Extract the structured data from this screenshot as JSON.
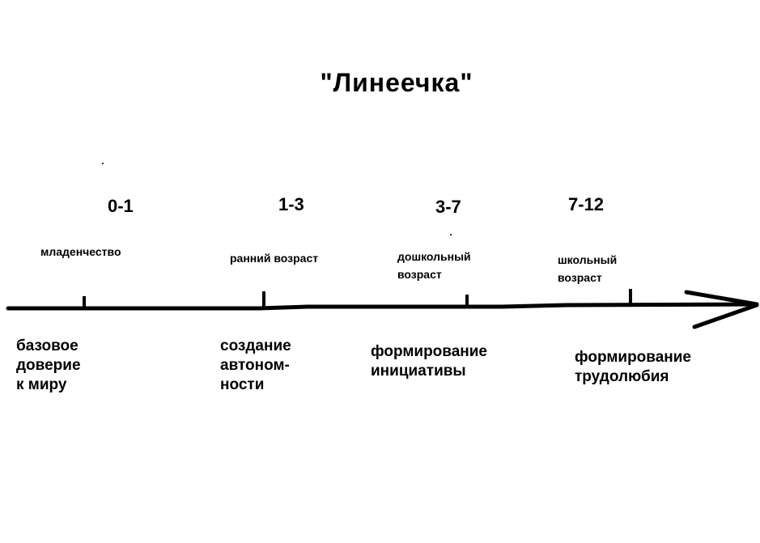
{
  "title": "\"Линеечка\"",
  "periods": [
    {
      "age": "0-1",
      "stage": "младенчество",
      "task_lines": [
        "базовое",
        "доверие",
        "к миру"
      ]
    },
    {
      "age": "1-3",
      "stage": "ранний возраст",
      "task_lines": [
        "создание",
        "автоном-",
        "ности"
      ]
    },
    {
      "age": "3-7",
      "stage_lines": [
        "дошкольный",
        "возраст"
      ],
      "task_lines": [
        "формирование",
        "инициативы"
      ]
    },
    {
      "age": "7-12",
      "stage_lines": [
        "школьный",
        "возраст"
      ],
      "task_lines": [
        "формирование",
        "трудолюбия"
      ]
    }
  ]
}
